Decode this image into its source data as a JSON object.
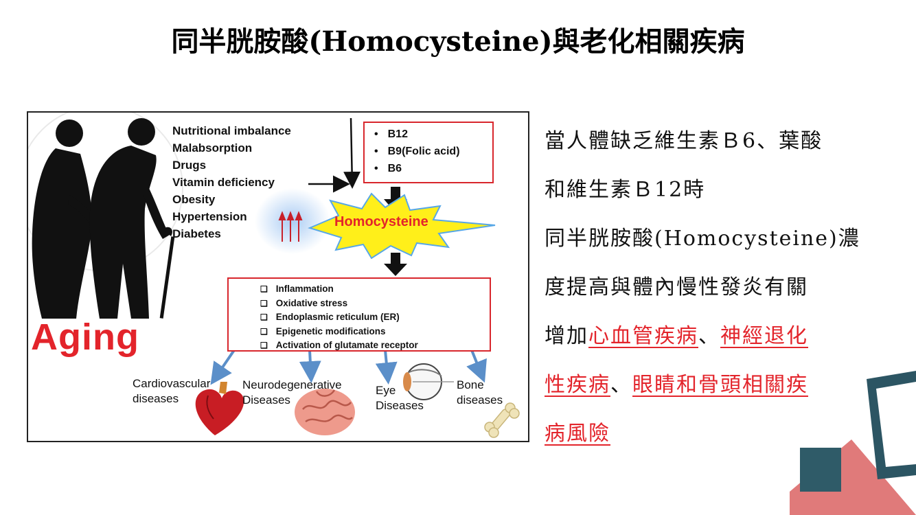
{
  "title": "同半胱胺酸(Homocysteine)與老化相關疾病",
  "diagram": {
    "factors": [
      "Nutritional imbalance",
      "Malabsorption",
      "Drugs",
      "Vitamin deficiency",
      "Obesity",
      "Hypertension",
      "Diabetes"
    ],
    "vitamins": [
      "B12",
      "B9(Folic acid)",
      "B6"
    ],
    "center_label": "Homocysteine",
    "effects": [
      "Inflammation",
      "Oxidative stress",
      "Endoplasmic reticulum (ER)",
      "Epigenetic modifications",
      "Activation of glutamate receptor"
    ],
    "aging_label": "Aging",
    "diseases": {
      "cardio_line1": "Cardiovascular",
      "cardio_line2": "diseases",
      "neuro_line1": "Neurodegenerative",
      "neuro_line2": "Diseases",
      "eye_line1": "Eye",
      "eye_line2": "Diseases",
      "bone_line1": "Bone",
      "bone_line2": "diseases"
    },
    "colors": {
      "accent_red": "#e3242b",
      "box_border": "#d8262c",
      "burst_yellow": "#ffef1a",
      "arrow_blue": "#5b8fc9"
    }
  },
  "body": {
    "l1": "當人體缺乏維生素Ｂ6、葉酸",
    "l2": "和維生素Ｂ12時",
    "l3": "同半胱胺酸(Homocysteine)濃",
    "l4": "度提高與體內慢性發炎有關",
    "l5_pre": "增加",
    "l5_h1": "心血管疾病",
    "l5_sep": "、",
    "l5_h2": "神經退化",
    "l6_h2": "性疾病",
    "l6_sep": "、",
    "l6_h3": "眼睛和骨頭相關疾",
    "l7_h3": "病風險"
  },
  "deco_colors": {
    "teal": "#2f5b68",
    "coral": "#e07a7a"
  }
}
